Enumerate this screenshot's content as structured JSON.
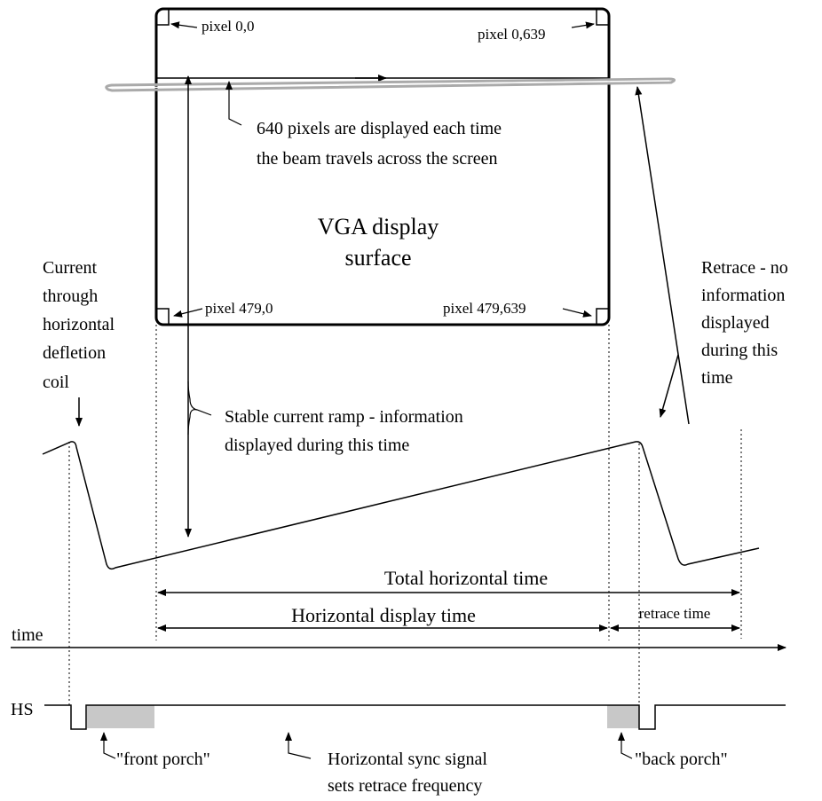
{
  "screen": {
    "corner_top_left": "pixel 0,0",
    "corner_top_right": "pixel 0,639",
    "corner_bottom_left": "pixel 479,0",
    "corner_bottom_right": "pixel 479,639",
    "beam_note_line1": "640 pixels are displayed each time",
    "beam_note_line2": "the beam travels across the screen",
    "surface_line1": "VGA display",
    "surface_line2": "surface"
  },
  "coil_label": [
    "Current",
    "through",
    "horizontal",
    "defletion",
    "coil"
  ],
  "retrace_label": [
    "Retrace - no",
    "information",
    "displayed",
    "during this",
    "time"
  ],
  "ramp_label": {
    "line1": "Stable current ramp - information",
    "line2": "displayed during this time"
  },
  "timing": {
    "total": "Total horizontal time",
    "display": "Horizontal display time",
    "retrace": "retrace time",
    "time_axis": "time"
  },
  "sync": {
    "hs": "HS",
    "front_porch": "\"front porch\"",
    "back_porch": "\"back porch\"",
    "note_line1": "Horizontal sync signal",
    "note_line2": "sets retrace frequency"
  }
}
